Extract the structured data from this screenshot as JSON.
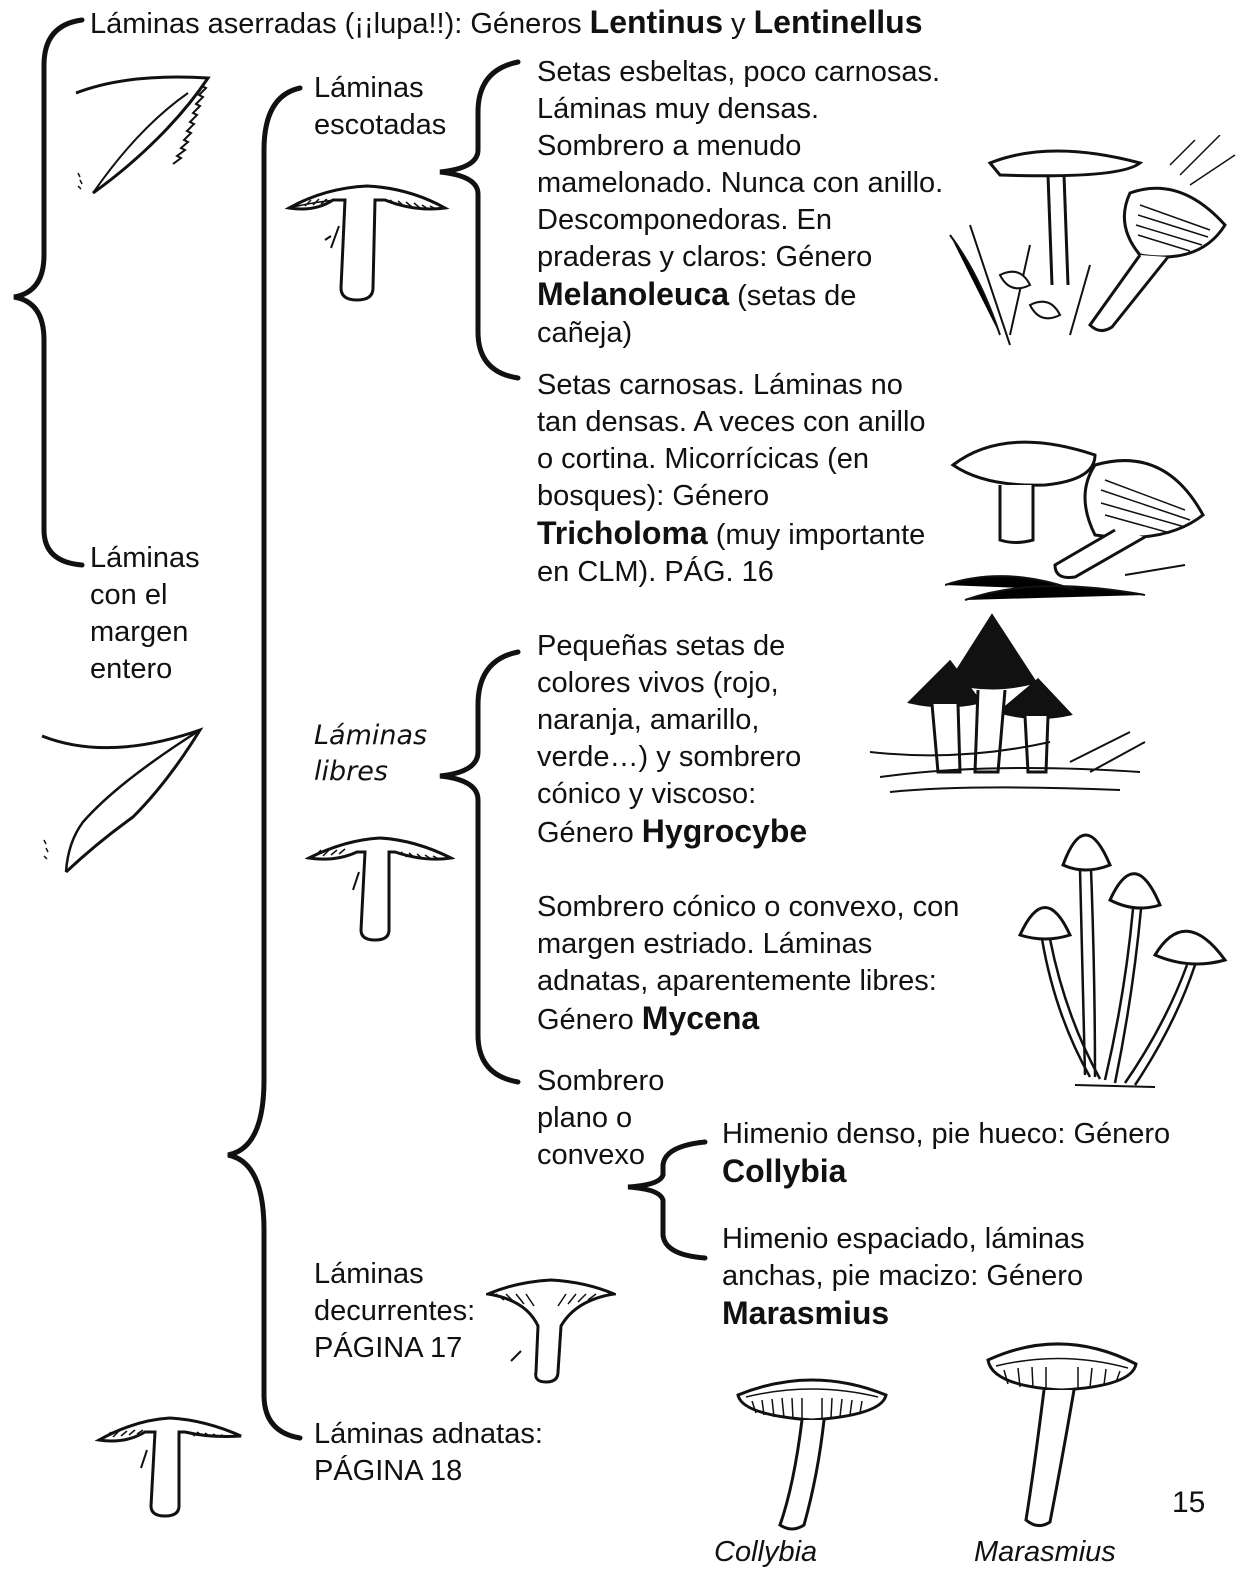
{
  "top": {
    "prefix": "Láminas aserradas (¡¡lupa!!): Géneros ",
    "genus1": "Lentinus",
    "mid": " y ",
    "genus2": "Lentinellus"
  },
  "entire_margin": {
    "text": "Láminas\ncon el\nmargen\nentero"
  },
  "escotadas": {
    "label": "Láminas\nescotadas",
    "melanoleuca": {
      "text": "Setas esbeltas, poco carnosas.\nLáminas muy densas.\nSombrero a menudo\nmamelonado. Nunca con anillo.\nDescomponedoras. En\npraderas y claros: Género",
      "genus": "Melanoleuca",
      "tail": " (setas de\ncañeja)"
    },
    "tricholoma": {
      "text": "Setas carnosas. Láminas no\ntan densas. A veces con anillo\no cortina. Micorrícicas (en\nbosques): Género",
      "genus": "Tricholoma",
      "tail": " (muy importante\nen CLM). PÁG. 16"
    }
  },
  "libres": {
    "label": "Láminas\nlibres",
    "hygrocybe": {
      "text": "Pequeñas setas de\ncolores vivos (rojo,\nnaranja, amarillo,\nverde…) y sombrero\ncónico y viscoso:\nGénero ",
      "genus": "Hygrocybe"
    },
    "mycena": {
      "text": "Sombrero cónico o convexo, con\nmargen estriado. Láminas\nadnatas, aparentemente libres:\nGénero ",
      "genus": "Mycena"
    },
    "plano": {
      "label": "Sombrero\nplano o\nconvexo",
      "collybia": {
        "text": "Himenio denso, pie hueco: Género",
        "genus": "Collybia"
      },
      "marasmius": {
        "text": "Himenio espaciado, láminas\nanchas, pie macizo: Género",
        "genus": "Marasmius"
      }
    }
  },
  "decurrentes": {
    "text": "Láminas\ndecurrentes:\nPÁGINA 17"
  },
  "adnatas": {
    "text": "Láminas adnatas:\nPÁGINA 18"
  },
  "captions": {
    "collybia": "Collybia",
    "marasmius": "Marasmius"
  },
  "page_number": "15"
}
